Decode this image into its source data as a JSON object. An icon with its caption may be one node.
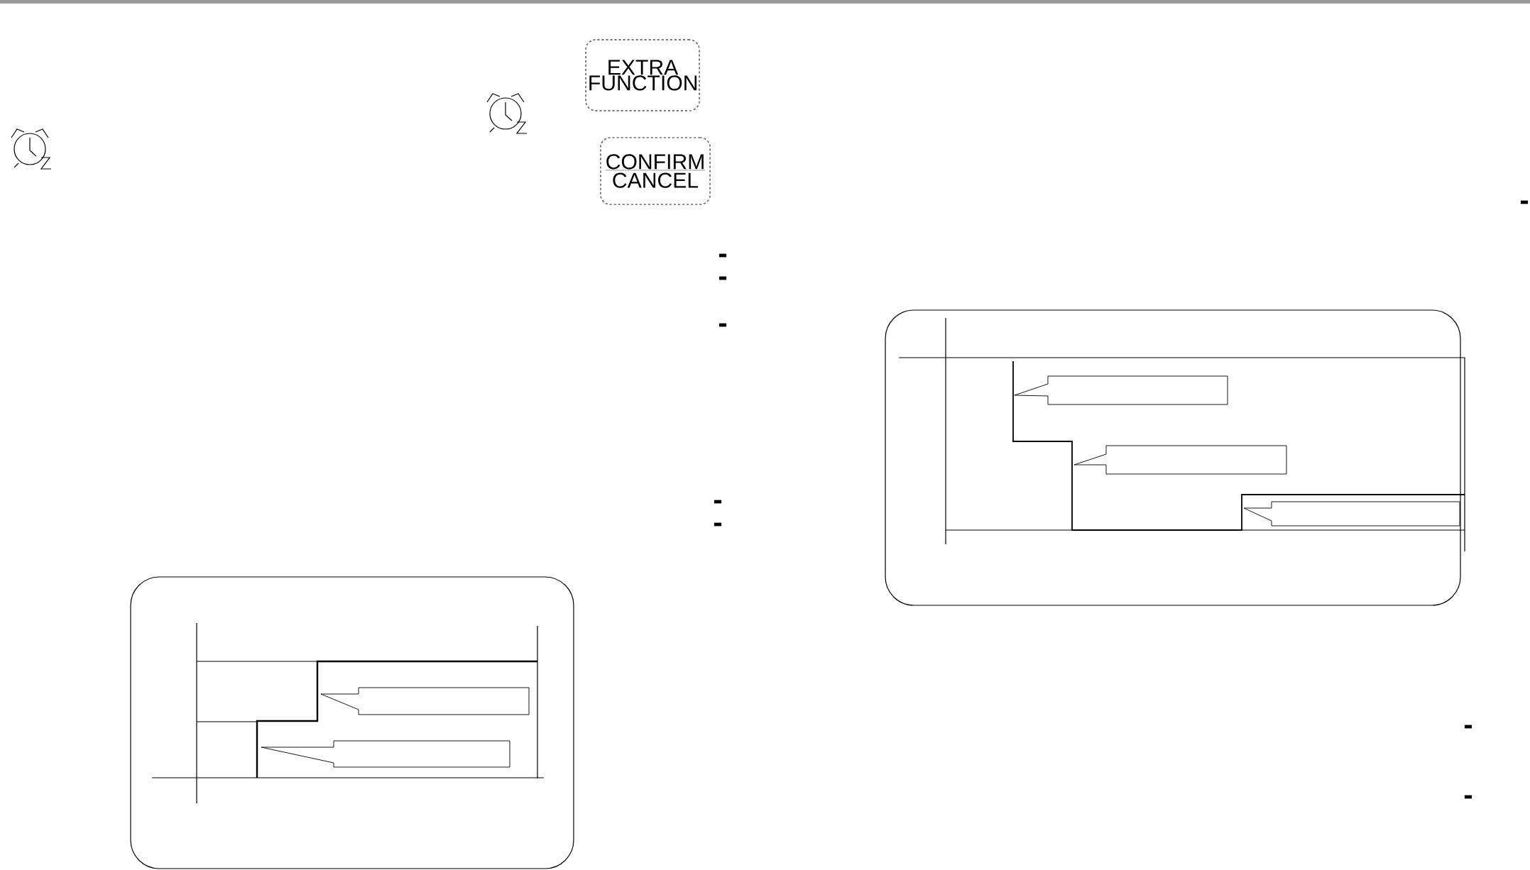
{
  "diagram": {
    "nodes": [
      {
        "text": [
          "EXTRA FUNCTION"
        ]
      },
      {
        "text": [
          "CONFIRM",
          "CANCEL"
        ]
      }
    ],
    "labels": [
      "-",
      "-",
      "-",
      "-",
      "-",
      "-",
      "-",
      "-"
    ]
  }
}
